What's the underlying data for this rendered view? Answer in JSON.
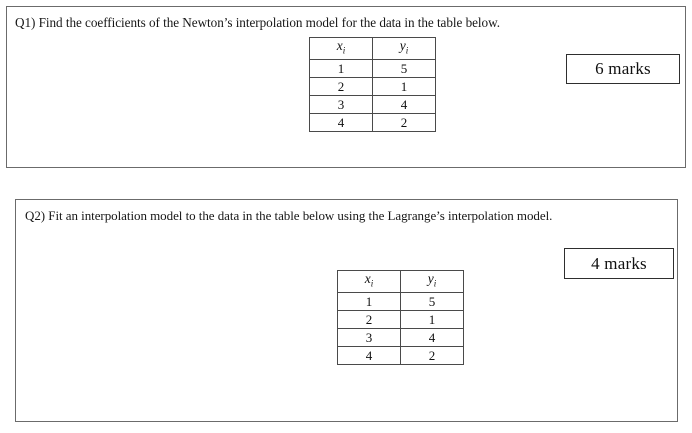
{
  "document": {
    "type": "exam-question-sheet",
    "background_color": "#ffffff",
    "border_color": "#6b6b6b"
  },
  "questions": [
    {
      "id": "q1",
      "text": "Q1) Find the coefficients of the Newton’s interpolation model for the data in the table below.",
      "marks_label": "6 marks",
      "table": {
        "headers": [
          "x",
          "y"
        ],
        "header_subscripts": [
          "i",
          "i"
        ],
        "rows": [
          [
            "1",
            "5"
          ],
          [
            "2",
            "1"
          ],
          [
            "3",
            "4"
          ],
          [
            "4",
            "2"
          ]
        ]
      }
    },
    {
      "id": "q2",
      "text": "Q2) Fit an interpolation model to the data in the table below using the Lagrange’s interpolation model.",
      "marks_label": "4 marks",
      "table": {
        "headers": [
          "x",
          "y"
        ],
        "header_subscripts": [
          "i",
          "i"
        ],
        "rows": [
          [
            "1",
            "5"
          ],
          [
            "2",
            "1"
          ],
          [
            "3",
            "4"
          ],
          [
            "4",
            "2"
          ]
        ]
      }
    }
  ]
}
